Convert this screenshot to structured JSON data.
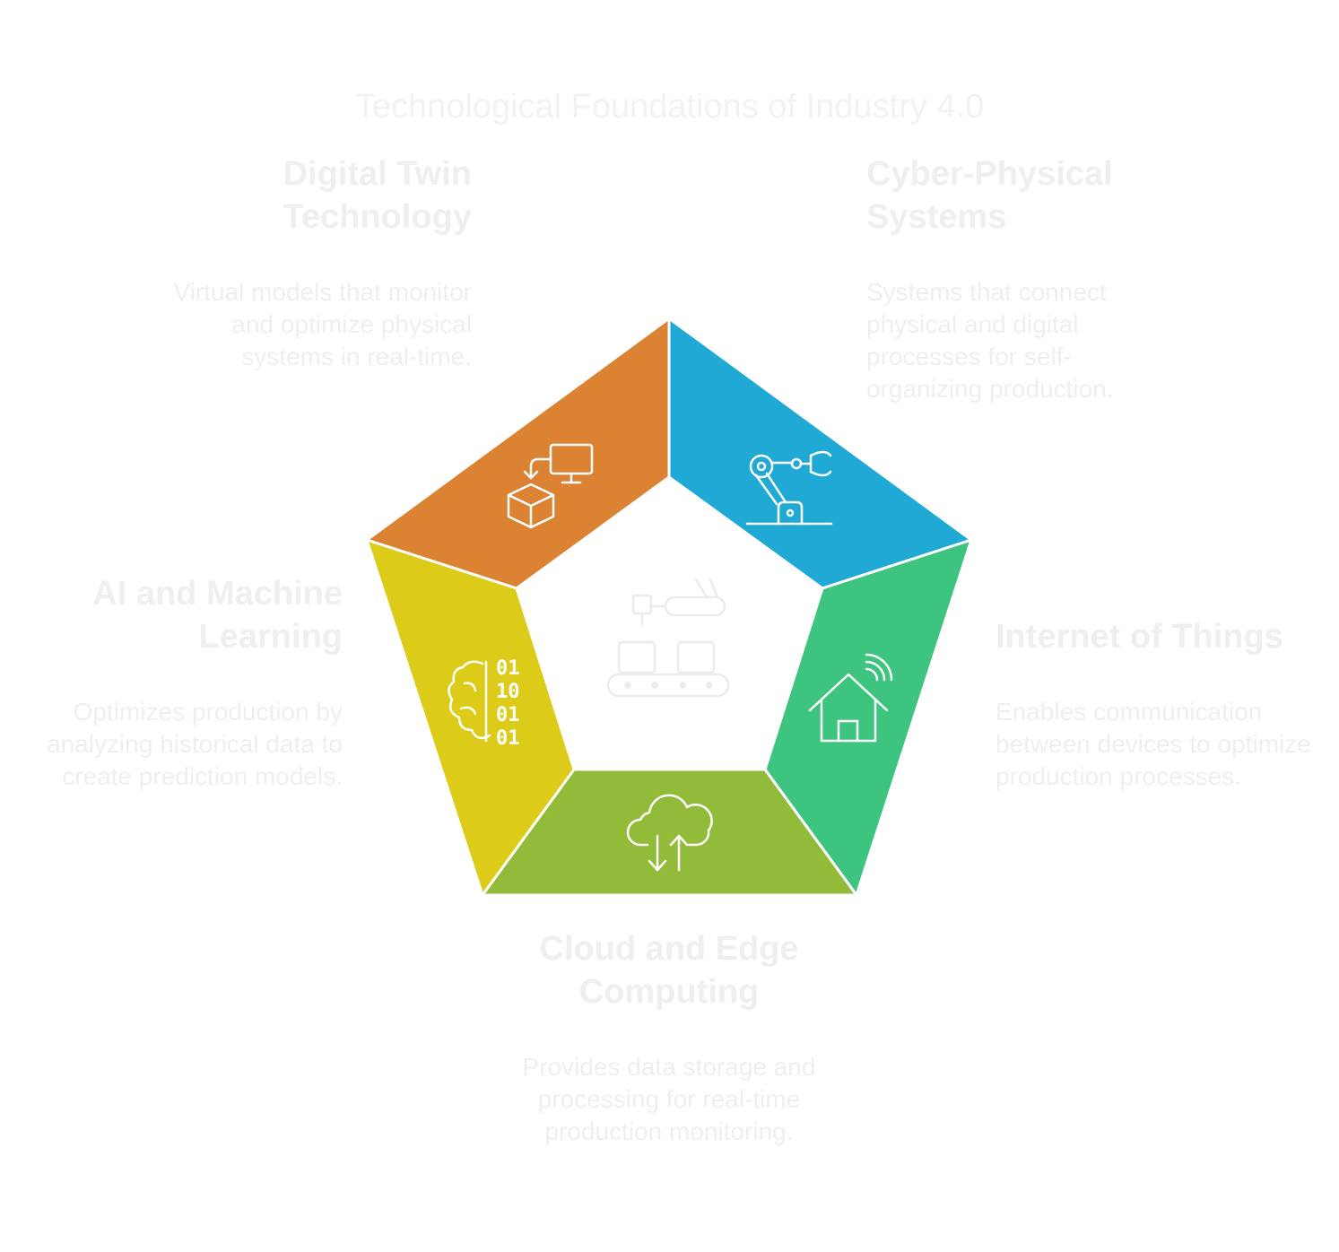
{
  "title": "Technological Foundations of Industry 4.0",
  "segments": [
    {
      "id": "digital-twin",
      "title": "Digital Twin Technology",
      "description": "Virtual models that monitor and optimize physical systems in real-time.",
      "color": "#db8233",
      "icon": "monitor-to-box-icon"
    },
    {
      "id": "cyber-physical",
      "title": "Cyber-Physical Systems",
      "description": "Systems that connect physical and digital processes for self-organizing production.",
      "color": "#21a9d6",
      "icon": "robot-arm-icon"
    },
    {
      "id": "iot",
      "title": "Internet of Things",
      "description": "Enables communication between devices to optimize production processes.",
      "color": "#3dc47f",
      "icon": "smart-home-icon"
    },
    {
      "id": "cloud-edge",
      "title": "Cloud and Edge Computing",
      "description": "Provides data storage and processing for real-time production monitoring.",
      "color": "#93bb3a",
      "icon": "cloud-transfer-icon"
    },
    {
      "id": "ai-ml",
      "title": "AI and Machine Learning",
      "description": "Optimizes production by analyzing historical data to create prediction models.",
      "color": "#dccb18",
      "icon": "brain-binary-icon"
    }
  ],
  "center_icon": "conveyor-robot-icon"
}
